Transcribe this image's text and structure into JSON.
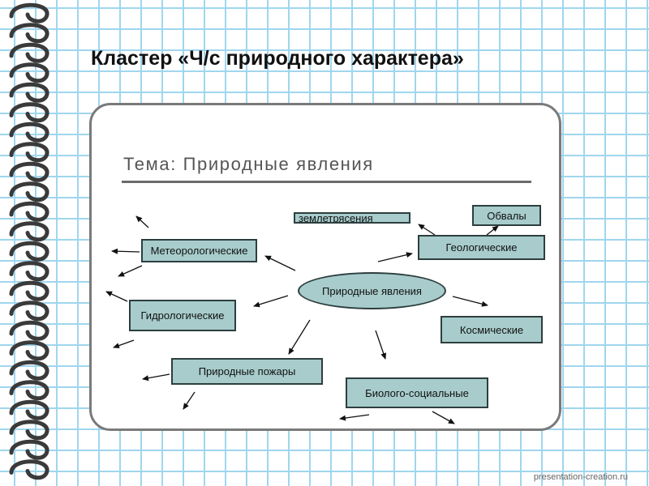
{
  "slide": {
    "title": "Кластер «Ч/с природного характера»",
    "watermark": "presentation-creation.ru"
  },
  "diagram": {
    "heading": "Тема: Природные явления",
    "center": "Природные явления",
    "nodes": {
      "meteorological": "Метеорологические",
      "hydrological": "Гидрологические",
      "wildfires": "Природные пожары",
      "bio_social": "Биолого-социальные",
      "cosmic": "Космические",
      "geological": "Геологические",
      "earthquakes": "землетрясения",
      "landslides": "Обвалы"
    }
  },
  "colors": {
    "grid": "#9fd6ee",
    "box_fill": "#a8cccc",
    "box_border": "#2d3e3e",
    "frame_border": "#7a7a7a"
  }
}
